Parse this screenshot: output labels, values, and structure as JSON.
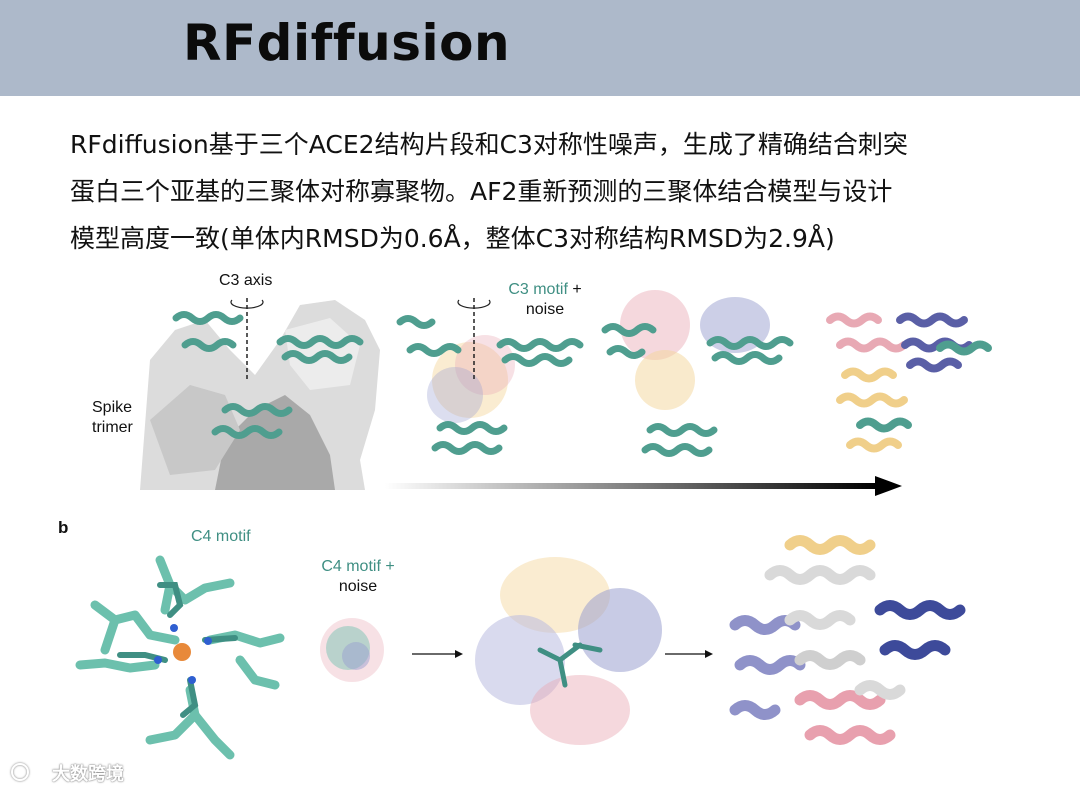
{
  "slide": {
    "title": "RFdiffusion",
    "paragraph_lines": [
      "RFdiffusion基于三个ACE2结构片段和C3对称性噪声，生成了精确结合刺突",
      "蛋白三个亚基的三聚体对称寡聚物。AF2重新预测的三聚体结合模型与设计",
      "模型高度一致(单体内RMSD为0.6Å，整体C3对称结构RMSD为2.9Å)"
    ]
  },
  "figure_a": {
    "c3_axis": "C3 axis",
    "c3_motif": "C3 motif",
    "plus": "+",
    "noise": "noise",
    "spike_line1": "Spike",
    "spike_line2": "trimer"
  },
  "figure_b": {
    "panel_label": "b",
    "c4_motif": "C4 motif",
    "c4_motif_plus": "C4 motif +",
    "noise": "noise"
  },
  "watermark": {
    "text": "大数跨境",
    "icon": "logo-icon"
  },
  "colors": {
    "header_bg": "#adb9ca",
    "teal": "#3f8f83",
    "pink": "#e8a9b4",
    "lavender": "#9aa0d0",
    "yellow": "#f3d59a",
    "navy": "#3d4a9a",
    "orange": "#e8893a"
  }
}
